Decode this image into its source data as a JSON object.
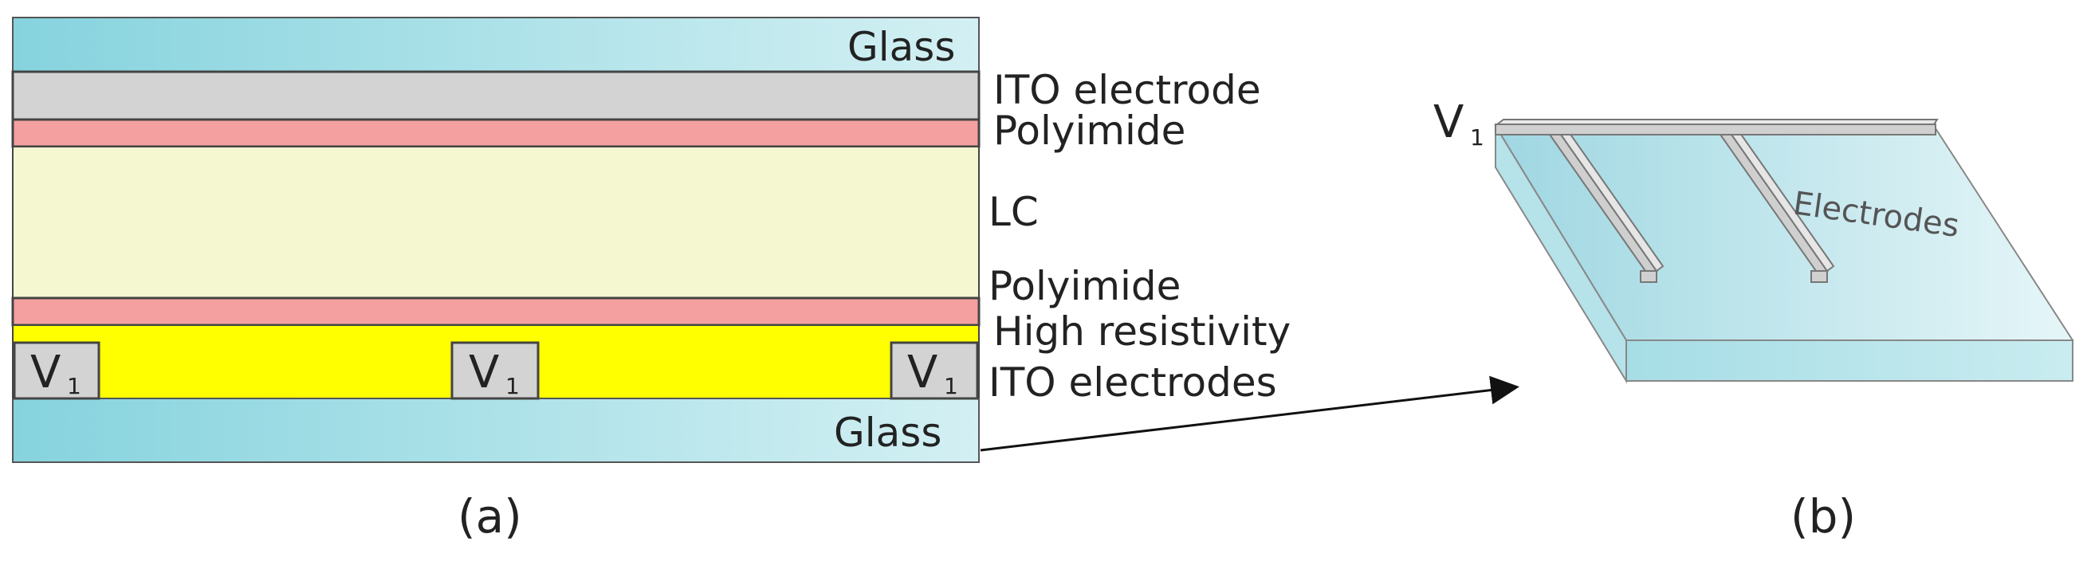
{
  "panel_a": {
    "caption": "(a)",
    "labels": {
      "glass_top": "Glass",
      "ito_electrode": "ITO electrode",
      "polyimide_top": "Polyimide",
      "lc": "LC",
      "polyimide_bottom": "Polyimide",
      "high_resistivity": "High resistivity",
      "ito_electrodes": "ITO electrodes",
      "glass_bottom": "Glass"
    },
    "electrodes": [
      {
        "main": "V",
        "sub": "1"
      },
      {
        "main": "V",
        "sub": "1"
      },
      {
        "main": "V",
        "sub": "1"
      }
    ]
  },
  "panel_b": {
    "caption": "(b)",
    "voltage": {
      "main": "V",
      "sub": "1"
    },
    "electrodes_label": "Electrodes"
  },
  "colors": {
    "glass_light": "#cdeef2",
    "glass_dark": "#7fcfdc",
    "ito": "#d3d3d3",
    "polyimide": "#f4a0a0",
    "lc": "#f5f7d0",
    "high_resistivity": "#ffff00",
    "outline": "#444444"
  }
}
